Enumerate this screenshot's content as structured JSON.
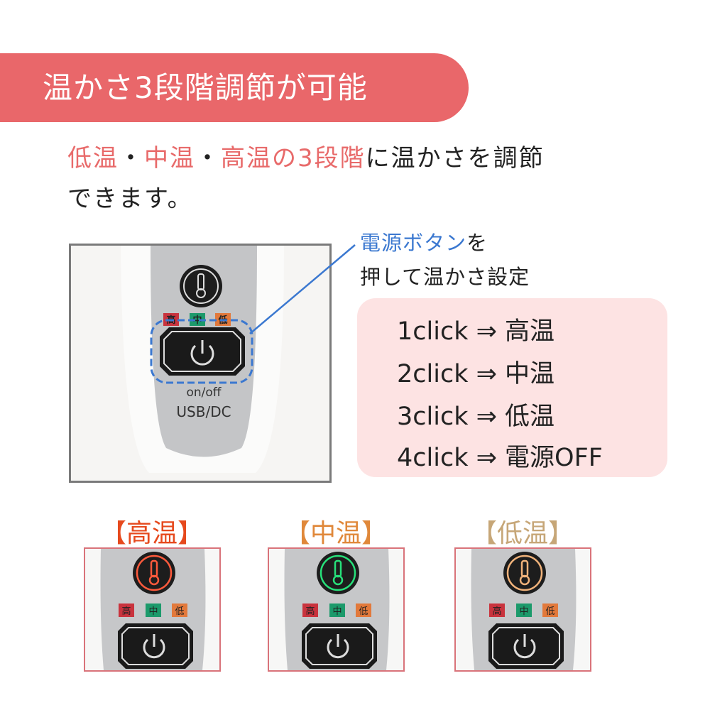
{
  "banner": {
    "title": "温かさ3段階調節が可能"
  },
  "intro": {
    "line1_parts": [
      "低温",
      "・",
      "中温",
      "・",
      "高温の3段階",
      "に温かさを調節"
    ],
    "line2": "できます。"
  },
  "photo": {
    "indicator_labels": [
      "高",
      "中",
      "低"
    ],
    "onoff_label": "on/off",
    "usb_label": "USB/DC"
  },
  "callout": {
    "highlight": "電源ボタン",
    "rest1": "を",
    "line2": "押して温かさ設定"
  },
  "clicks": [
    {
      "label": "1click ⇒ 高温"
    },
    {
      "label": "2click ⇒ 中温"
    },
    {
      "label": "3click ⇒ 低温"
    },
    {
      "label": "4click ⇒ 電源OFF"
    }
  ],
  "states": [
    {
      "label": "【高温】",
      "label_color": "#e6491d",
      "glow": "#ff5a3c"
    },
    {
      "label": "【中温】",
      "label_color": "#e0883a",
      "glow": "#27e07a"
    },
    {
      "label": "【低温】",
      "label_color": "#c6a677",
      "glow": "#f0b27a"
    }
  ],
  "colors": {
    "banner": "#e9676a",
    "accent_pink": "#e86a6a",
    "accent_blue": "#3b78d0",
    "box_pink": "#fde3e3"
  }
}
